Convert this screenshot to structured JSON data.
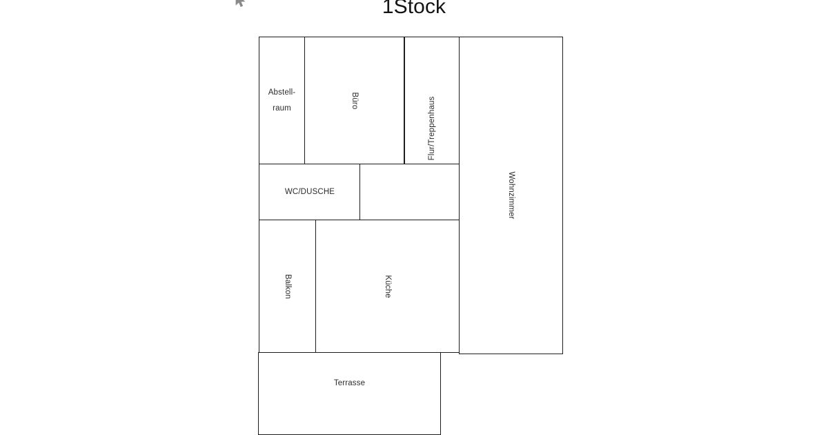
{
  "title": "1Stock",
  "cursor": {
    "icon": "mouse-pointer-icon"
  },
  "floorplan": {
    "name": "1Stock",
    "rooms": [
      {
        "id": "abstellraum",
        "label": "Abstell-\nraum",
        "label_line1": "Abstell-",
        "label_line2": "raum",
        "orientation": "horizontal"
      },
      {
        "id": "buero",
        "label": "Büro",
        "orientation": "vertical-cw"
      },
      {
        "id": "flur",
        "label": "Flur/Treppenhaus",
        "orientation": "vertical-ccw"
      },
      {
        "id": "wohnzimmer",
        "label": "Wohnzimmer",
        "orientation": "vertical-cw"
      },
      {
        "id": "wc",
        "label": "WC/DUSCHE",
        "orientation": "horizontal"
      },
      {
        "id": "mid-right",
        "label": "",
        "orientation": "none"
      },
      {
        "id": "balkon",
        "label": "Balkon",
        "orientation": "vertical-cw"
      },
      {
        "id": "kueche",
        "label": "Küche",
        "orientation": "vertical-cw"
      },
      {
        "id": "terrasse",
        "label": "Terrasse",
        "orientation": "horizontal"
      }
    ]
  },
  "colors": {
    "wall": "#1c1c1c",
    "background": "#ffffff",
    "label_text": "#2b2b2b",
    "title_text": "#141414"
  }
}
